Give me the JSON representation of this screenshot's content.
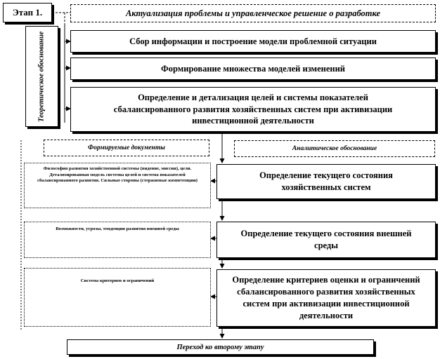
{
  "stage_label": "Этап 1.",
  "top_title": "Актуализация проблемы и управленческое решение о разработке",
  "side_label": "Теоретическое обоснование",
  "steps": [
    "Сбор информации и построение модели проблемной ситуации",
    "Формирование множества моделей изменений",
    "Определение и детализация целей и системы показателей сбалансированного развития хозяйственных систем при активизации инвестиционной деятельности"
  ],
  "documents_header": "Формируемые документы",
  "analytic_header": "Аналитическое обоснование",
  "analytic_steps": [
    "Определение текущего состояния хозяйственных систем",
    "Определение текущего состояния внешней среды",
    "Определение критериев оценки и ограничений сбалансированного развития хозяйственных систем при активизации инвестиционной деятельности"
  ],
  "documents": [
    "Философия развития хозяйственной системы (видение, миссия), цели. Детализированная модель системы целей и система показателей сбалансированного развития. Сильные стороны (стержневые компетенции)",
    "Возможности, угрозы, тенденции развития внешней среды",
    "Система критериев и ограничений"
  ],
  "next_stage": "Переход ко второму этапу"
}
